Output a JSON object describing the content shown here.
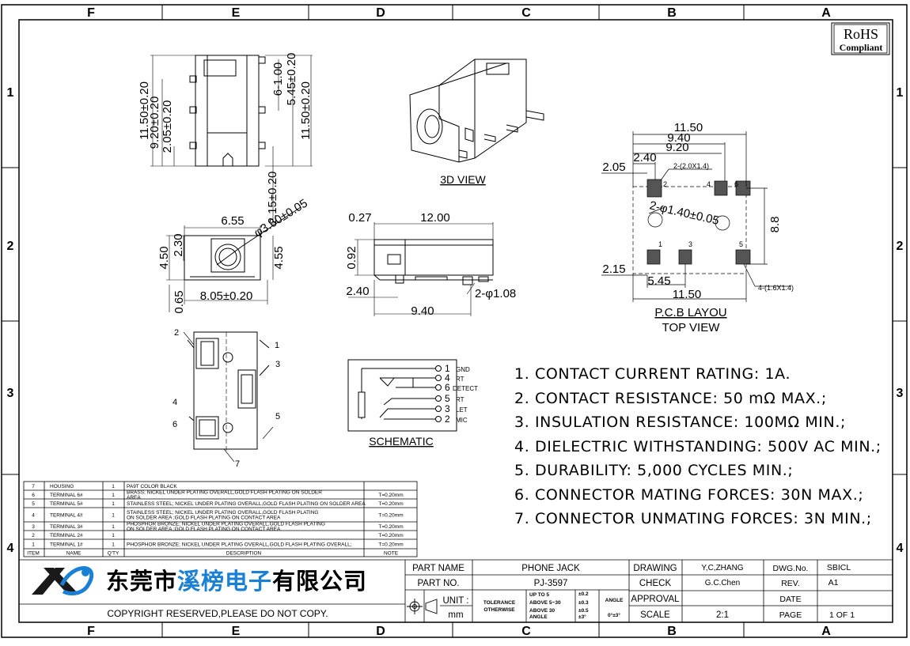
{
  "border": {
    "columns": [
      "F",
      "E",
      "D",
      "C",
      "B",
      "A"
    ],
    "rows": [
      "1",
      "2",
      "3",
      "4"
    ]
  },
  "rohs": {
    "title": "RoHS",
    "subtitle": "Compliant"
  },
  "views": {
    "view3d_label": "3D VIEW",
    "schematic_label": "SCHEMATIC",
    "pcb_label": "P.C.B LAYOU",
    "pcb_sublabel": "TOP VIEW"
  },
  "dims": {
    "top_11_50a": "11.50±0.20",
    "top_9_20": "9.20±0.20",
    "top_2_05": "2.05±0.20",
    "top_6_1": "6-1.00",
    "top_5_45": "5.45±0.20",
    "top_11_50b": "11.50±0.20",
    "top_2_15": "2.15±0.20",
    "front_6_55": "6.55",
    "front_dia": "φ3.60±0.05",
    "front_4_50": "4.50",
    "front_2_30": "2.30",
    "front_4_55": "4.55",
    "front_0_65": "0.65",
    "front_8_05": "8.05±0.20",
    "side_0_27": "0.27",
    "side_12_00": "12.00",
    "side_0_92": "0.92",
    "side_2_40": "2.40",
    "side_2_phi": "2-φ1.08",
    "side_9_40": "9.40",
    "pcb_11_50": "11.50",
    "pcb_9_40": "9.40",
    "pcb_9_20": "9.20",
    "pcb_2_40": "2.40",
    "pcb_2_05": "2.05",
    "pcb_pad1": "2-(2.0X1.4)",
    "pcb_dia": "2-φ1.40±0.05",
    "pcb_8_8": "8.8",
    "pcb_2_15": "2.15",
    "pcb_5_45": "5.45",
    "pcb_11_50b": "11.50",
    "pcb_pad2": "4-(1.6X1.4)"
  },
  "schematic_pins": [
    {
      "num": "1",
      "name": "GND"
    },
    {
      "num": "4",
      "name": "RT"
    },
    {
      "num": "6",
      "name": "DETECT"
    },
    {
      "num": "5",
      "name": "RT"
    },
    {
      "num": "3",
      "name": "LET"
    },
    {
      "num": "2",
      "name": "MIC"
    }
  ],
  "notes": [
    "1. CONTACT CURRENT RATING: 1A.",
    "2. CONTACT RESISTANCE: 50 mΩ MAX.;",
    "3. INSULATION RESISTANCE: 100MΩ MIN.;",
    "4. DIELECTRIC WITHSTANDING: 500V AC MIN.;",
    "5. DURABILITY: 5,000 CYCLES MIN.;",
    "6. CONNECTOR MATING FORCES: 30N   MAX.;",
    "7. CONNECTOR UNMATING FORCES: 3N MIN.;"
  ],
  "bom": {
    "headers": [
      "ITEM",
      "NAME",
      "Q'TY",
      "DESCRIPTION",
      "NOTE"
    ],
    "rows": [
      {
        "item": "7",
        "name": "HOUSING",
        "qty": "1",
        "desc": [
          "PA9T  COLOR BLACK"
        ],
        "note": ""
      },
      {
        "item": "6",
        "name": "TERMINAL 6#",
        "qty": "1",
        "desc": [
          "BRASS; NICKEL UNDER PLATING OVERALL,GOLD FLASH PLATING ON SOLDER",
          "AREA"
        ],
        "note": "T=0.20mm"
      },
      {
        "item": "5",
        "name": "TERMINAL 5#",
        "qty": "1",
        "desc": [
          "STAINLESS STEEL; NICKEL UNDER PLATING OVERALL,GOLD FLASH PLATING ON SOLDER AREA"
        ],
        "note": "T=0.20mm"
      },
      {
        "item": "4",
        "name": "TERMINAL 4#",
        "qty": "1",
        "desc": [
          "STAINLESS STEEL; NICKEL UNDER PLATING OVERALL,GOLD FLASH PLATING",
          "ON SOLDER AREA ;GOLD FLASH PLATING ON CONTACT AREA"
        ],
        "note": "T=0.20mm"
      },
      {
        "item": "3",
        "name": "TERMINAL 3#",
        "qty": "1",
        "desc": [
          "PHOSPHOR BRONZE; NICKEL UNDER PLATING OVERALL,GOLD FLASH PLATING",
          "ON SOLDER AREA ;GOLD FLASH PLATING ON CONTACT AREA"
        ],
        "note": "T=0.20mm"
      },
      {
        "item": "2",
        "name": "TERMINAL 2#",
        "qty": "1",
        "desc": [
          ""
        ],
        "note": "T=0.20mm"
      },
      {
        "item": "1",
        "name": "TERMINAL 1#",
        "qty": "1",
        "desc": [
          "PHOSPHOR BRONZE; NICKEL UNDER PLATING OVERALL,GOLD FLASH PLATING OVERALL;"
        ],
        "note": "T=0.20mm"
      }
    ]
  },
  "company": {
    "name_pre": "东莞市",
    "name_hl": "溪榜电子",
    "name_post": "有限公司",
    "copyright": "COPYRIGHT RESERVED,PLEASE DO NOT COPY."
  },
  "title_block": {
    "part_name_label": "PART NAME",
    "part_name": "PHONE JACK",
    "part_no_label": "PART NO.",
    "part_no": "PJ-3597",
    "unit_label": "UNIT :",
    "unit": "mm",
    "tolerance_label": [
      "TOLERANCE",
      "OTHERWISE"
    ],
    "tol_ranges": [
      "UP TO 5",
      "ABOVE 5~30",
      "ABOVE 30",
      "ANGLE"
    ],
    "tol_values": [
      "±0.2",
      "±0.3",
      "±0.5",
      "±3°"
    ],
    "angle_label": "ANGLE",
    "angle_value": "0°±3°",
    "drawing_label": "DRAWING",
    "drawing": "Y,C,ZHANG",
    "check_label": "CHECK",
    "check": "G.C.Chen",
    "approval_label": "APPROVAL",
    "approval": "",
    "scale_label": "SCALE",
    "scale": "2:1",
    "dwg_label": "DWG.No.",
    "dwg": "SBICL",
    "rev_label": "REV.",
    "rev": "A1",
    "date_label": "DATE",
    "date": "",
    "page_label": "PAGE",
    "page": "1 OF 1"
  },
  "colors": {
    "highlight": "#1a80d4",
    "logo_dark": "#1a1a1a",
    "logo_blue": "#1a80d4"
  }
}
